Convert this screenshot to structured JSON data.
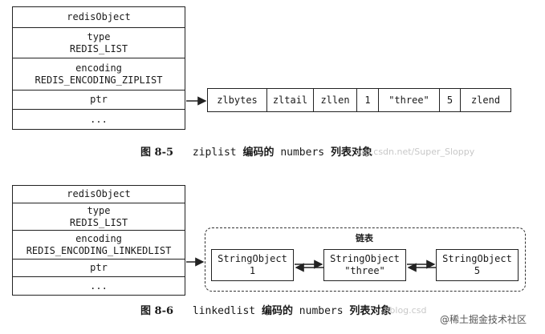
{
  "fig1": {
    "redisobject": {
      "title": "redisObject",
      "type_label": "type",
      "type_value": "REDIS_LIST",
      "encoding_label": "encoding",
      "encoding_value": "REDIS_ENCODING_ZIPLIST",
      "ptr": "ptr",
      "more": "..."
    },
    "ziplist": [
      "zlbytes",
      "zltail",
      "zllen",
      "1",
      "\"three\"",
      "5",
      "zlend"
    ],
    "caption_num": "图 8-5",
    "caption_code": "ziplist",
    "caption_cn": "编码的",
    "caption_code2": "numbers",
    "caption_cn2": "列表对象"
  },
  "fig2": {
    "redisobject": {
      "title": "redisObject",
      "type_label": "type",
      "type_value": "REDIS_LIST",
      "encoding_label": "encoding",
      "encoding_value": "REDIS_ENCODING_LINKEDLIST",
      "ptr": "ptr",
      "more": "..."
    },
    "linkedlist_label": "链表",
    "nodes": [
      {
        "title": "StringObject",
        "value": "1"
      },
      {
        "title": "StringObject",
        "value": "\"three\""
      },
      {
        "title": "StringObject",
        "value": "5"
      }
    ],
    "caption_num": "图 8-6",
    "caption_code": "linkedlist",
    "caption_cn": "编码的",
    "caption_code2": "numbers",
    "caption_cn2": "列表对象"
  },
  "watermark1": "log.csdn.net/Super_Sloppy",
  "watermark2": "//blog.csd",
  "badge": "@稀土掘金技术社区"
}
